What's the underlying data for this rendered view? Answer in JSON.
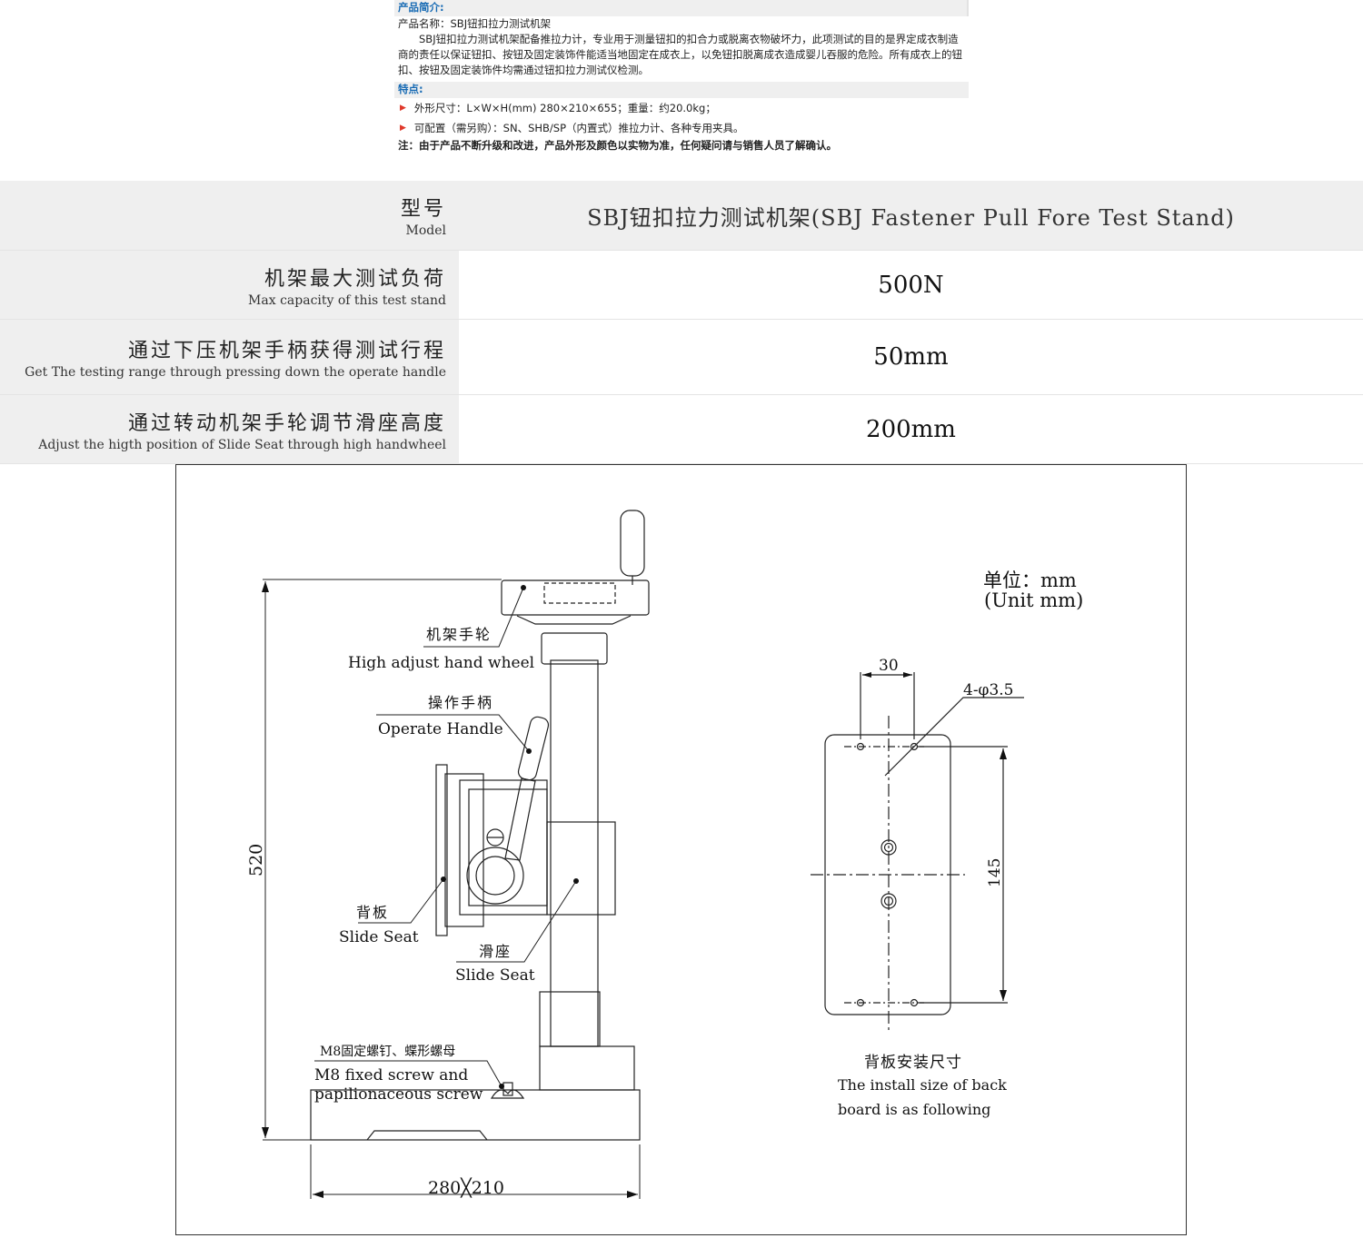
{
  "intro": {
    "section1_heading": "产品简介:",
    "product_name": "产品名称：SBJ钮扣拉力测试机架",
    "description": "SBJ钮扣拉力测试机架配备推拉力计，专业用于测量钮扣的扣合力或脱离衣物破坏力，此项测试的目的是界定成衣制造商的责任以保证钮扣、按钮及固定装饰件能适当地固定在成衣上，以免钮扣脱离成衣造成婴儿吞服的危险。所有成衣上的钮扣、按钮及固定装饰件均需通过钮扣拉力测试仪检测。",
    "section2_heading": "特点:",
    "features": [
      "外形尺寸：L×W×H(mm) 280×210×655；重量：约20.0kg；",
      "可配置（需另购）：SN、SHB/SP（内置式）推拉力计、各种专用夹具。"
    ],
    "note": "注：由于产品不断升级和改进，产品外形及颜色以实物为准，任何疑问请与销售人员了解确认。"
  },
  "spec_table": [
    {
      "label_zh": "型号",
      "label_en": "Model",
      "value": "SBJ钮扣拉力测试机架(SBJ  Fastener Pull Fore Test Stand)"
    },
    {
      "label_zh": "机架最大测试负荷",
      "label_en": "Max capacity of this test stand",
      "value": "500N"
    },
    {
      "label_zh": "通过下压机架手柄获得测试行程",
      "label_en": "Get The testing range through pressing down the operate handle",
      "value": "50mm"
    },
    {
      "label_zh": "通过转动机架手轮调节滑座高度",
      "label_en": "Adjust the higth position of Slide Seat through high handwheel",
      "value": "200mm"
    }
  ],
  "drawing": {
    "unit_zh": "单位：mm",
    "unit_en": "(Unit mm)",
    "callouts": {
      "handwheel_zh": "机架手轮",
      "handwheel_en": "High adjust hand wheel",
      "handle_zh": "操作手柄",
      "handle_en": "Operate Handle",
      "backboard_zh": "背板",
      "backboard_en": "Slide Seat",
      "slide_zh": "滑座",
      "slide_en": "Slide Seat",
      "screw_zh": "M8固定螺钉、蝶形螺母",
      "screw_en_1": "M8 fixed screw and",
      "screw_en_2": "papilionaceous screw"
    },
    "dimensions": {
      "height": "520",
      "base": "280╳210",
      "hole_spacing": "30",
      "holes": "4-φ3.5",
      "board_length": "145"
    },
    "board_caption_zh": "背板安装尺寸",
    "board_caption_en_1": "The install size of back",
    "board_caption_en_2": "board is as following"
  }
}
